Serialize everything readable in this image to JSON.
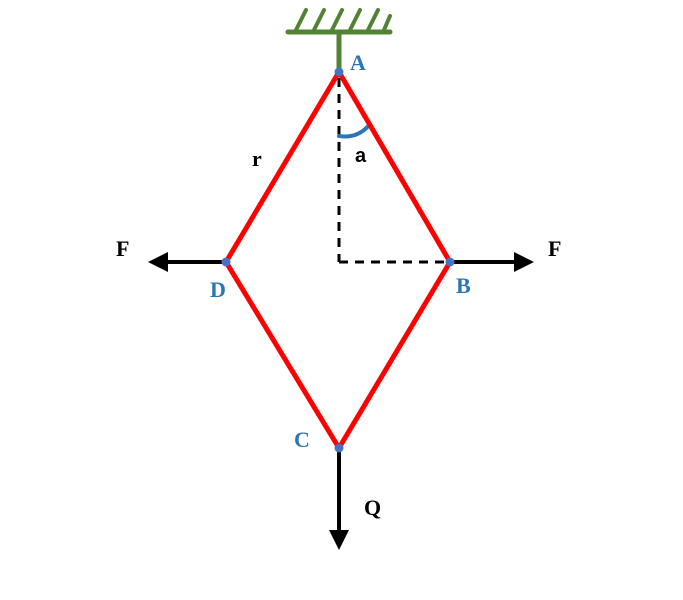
{
  "colors": {
    "bar": "#ff0000",
    "support": "#548235",
    "point_label": "#2e75b6",
    "angle_arc": "#2e75b6",
    "node": "#4472c4",
    "force": "#000000",
    "dashed": "#000000"
  },
  "points": {
    "a": "A",
    "b": "B",
    "c": "C",
    "d": "D"
  },
  "labels": {
    "bar_length": "r",
    "angle": "a",
    "force_left": "F",
    "force_right": "F",
    "load": "Q"
  }
}
